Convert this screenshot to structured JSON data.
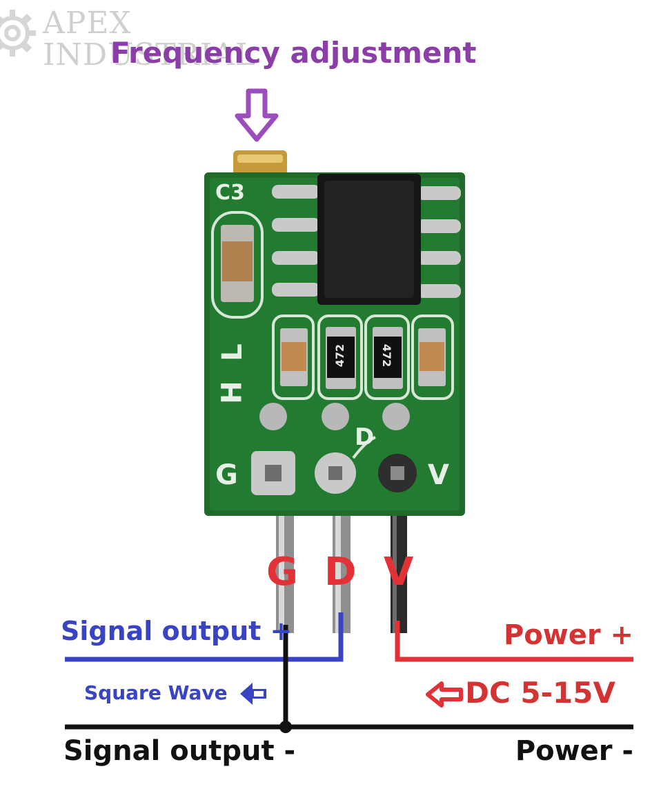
{
  "watermark": {
    "line1": "APEX",
    "line2": "INDUSTRIAL"
  },
  "heading": "Frequency adjustment",
  "board": {
    "silkscreen": {
      "c3": "C3",
      "l": "L",
      "h": "H",
      "g": "G",
      "d": "D",
      "v": "V"
    },
    "resistor_codes": [
      "472",
      "472"
    ]
  },
  "pins": {
    "g": "G",
    "d": "D",
    "v": "V"
  },
  "labels": {
    "signal_output_plus": "Signal output +",
    "square_wave": "Square Wave",
    "power_plus": "Power +",
    "dc_range": "DC 5-15V",
    "signal_output_minus": "Signal output -",
    "power_minus": "Power -"
  },
  "colors": {
    "heading": "#8c3ea8",
    "signal_wire": "#3844c4",
    "power_wire": "#e23237",
    "ground_wire": "#111111",
    "pcb": "#1e6b2a",
    "pin_label": "#e23237"
  },
  "icons": {
    "adjust_arrow": "down-arrow-outline-icon",
    "square_wave_arrow": "left-arrow-icon",
    "dc_arrow": "left-arrow-outline-icon"
  }
}
